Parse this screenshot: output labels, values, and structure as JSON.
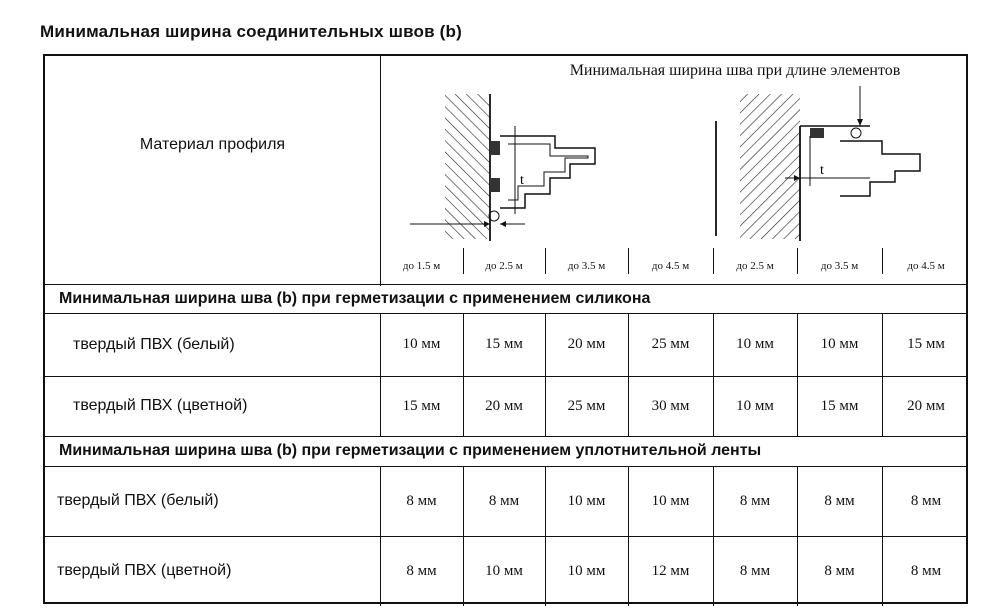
{
  "title": "Минимальная ширина соединительных швов (b)",
  "header": {
    "material_label": "Материал профиля",
    "width_label": "Минимальная ширина шва при длине элементов",
    "lengths": [
      "до 1.5 м",
      "до 2.5 м",
      "до 3.5 м",
      "до 4.5 м",
      "до 2.5 м",
      "до 3.5 м",
      "до 4.5 м"
    ]
  },
  "sections": [
    {
      "title": "Минимальная ширина шва (b) при герметизации с применением силикона",
      "rows": [
        {
          "material": "твердый ПВХ (белый)",
          "values": [
            "10 мм",
            "15 мм",
            "20 мм",
            "25 мм",
            "10 мм",
            "10 мм",
            "15 мм"
          ]
        },
        {
          "material": "твердый ПВХ (цветной)",
          "values": [
            "15 мм",
            "20 мм",
            "25 мм",
            "30 мм",
            "10 мм",
            "15 мм",
            "20 мм"
          ]
        }
      ]
    },
    {
      "title": "Минимальная ширина шва (b) при герметизации с применением уплотнительной ленты",
      "rows": [
        {
          "material": "твердый ПВХ (белый)",
          "values": [
            "8 мм",
            "8 мм",
            "10 мм",
            "10 мм",
            "8 мм",
            "8 мм",
            "8 мм"
          ]
        },
        {
          "material": "твердый ПВХ (цветной)",
          "values": [
            "8 мм",
            "10 мм",
            "10 мм",
            "12 мм",
            "8 мм",
            "8 мм",
            "8 мм"
          ]
        }
      ]
    }
  ],
  "diagram_labels": {
    "left_dim": "t",
    "right_dim": "t"
  }
}
